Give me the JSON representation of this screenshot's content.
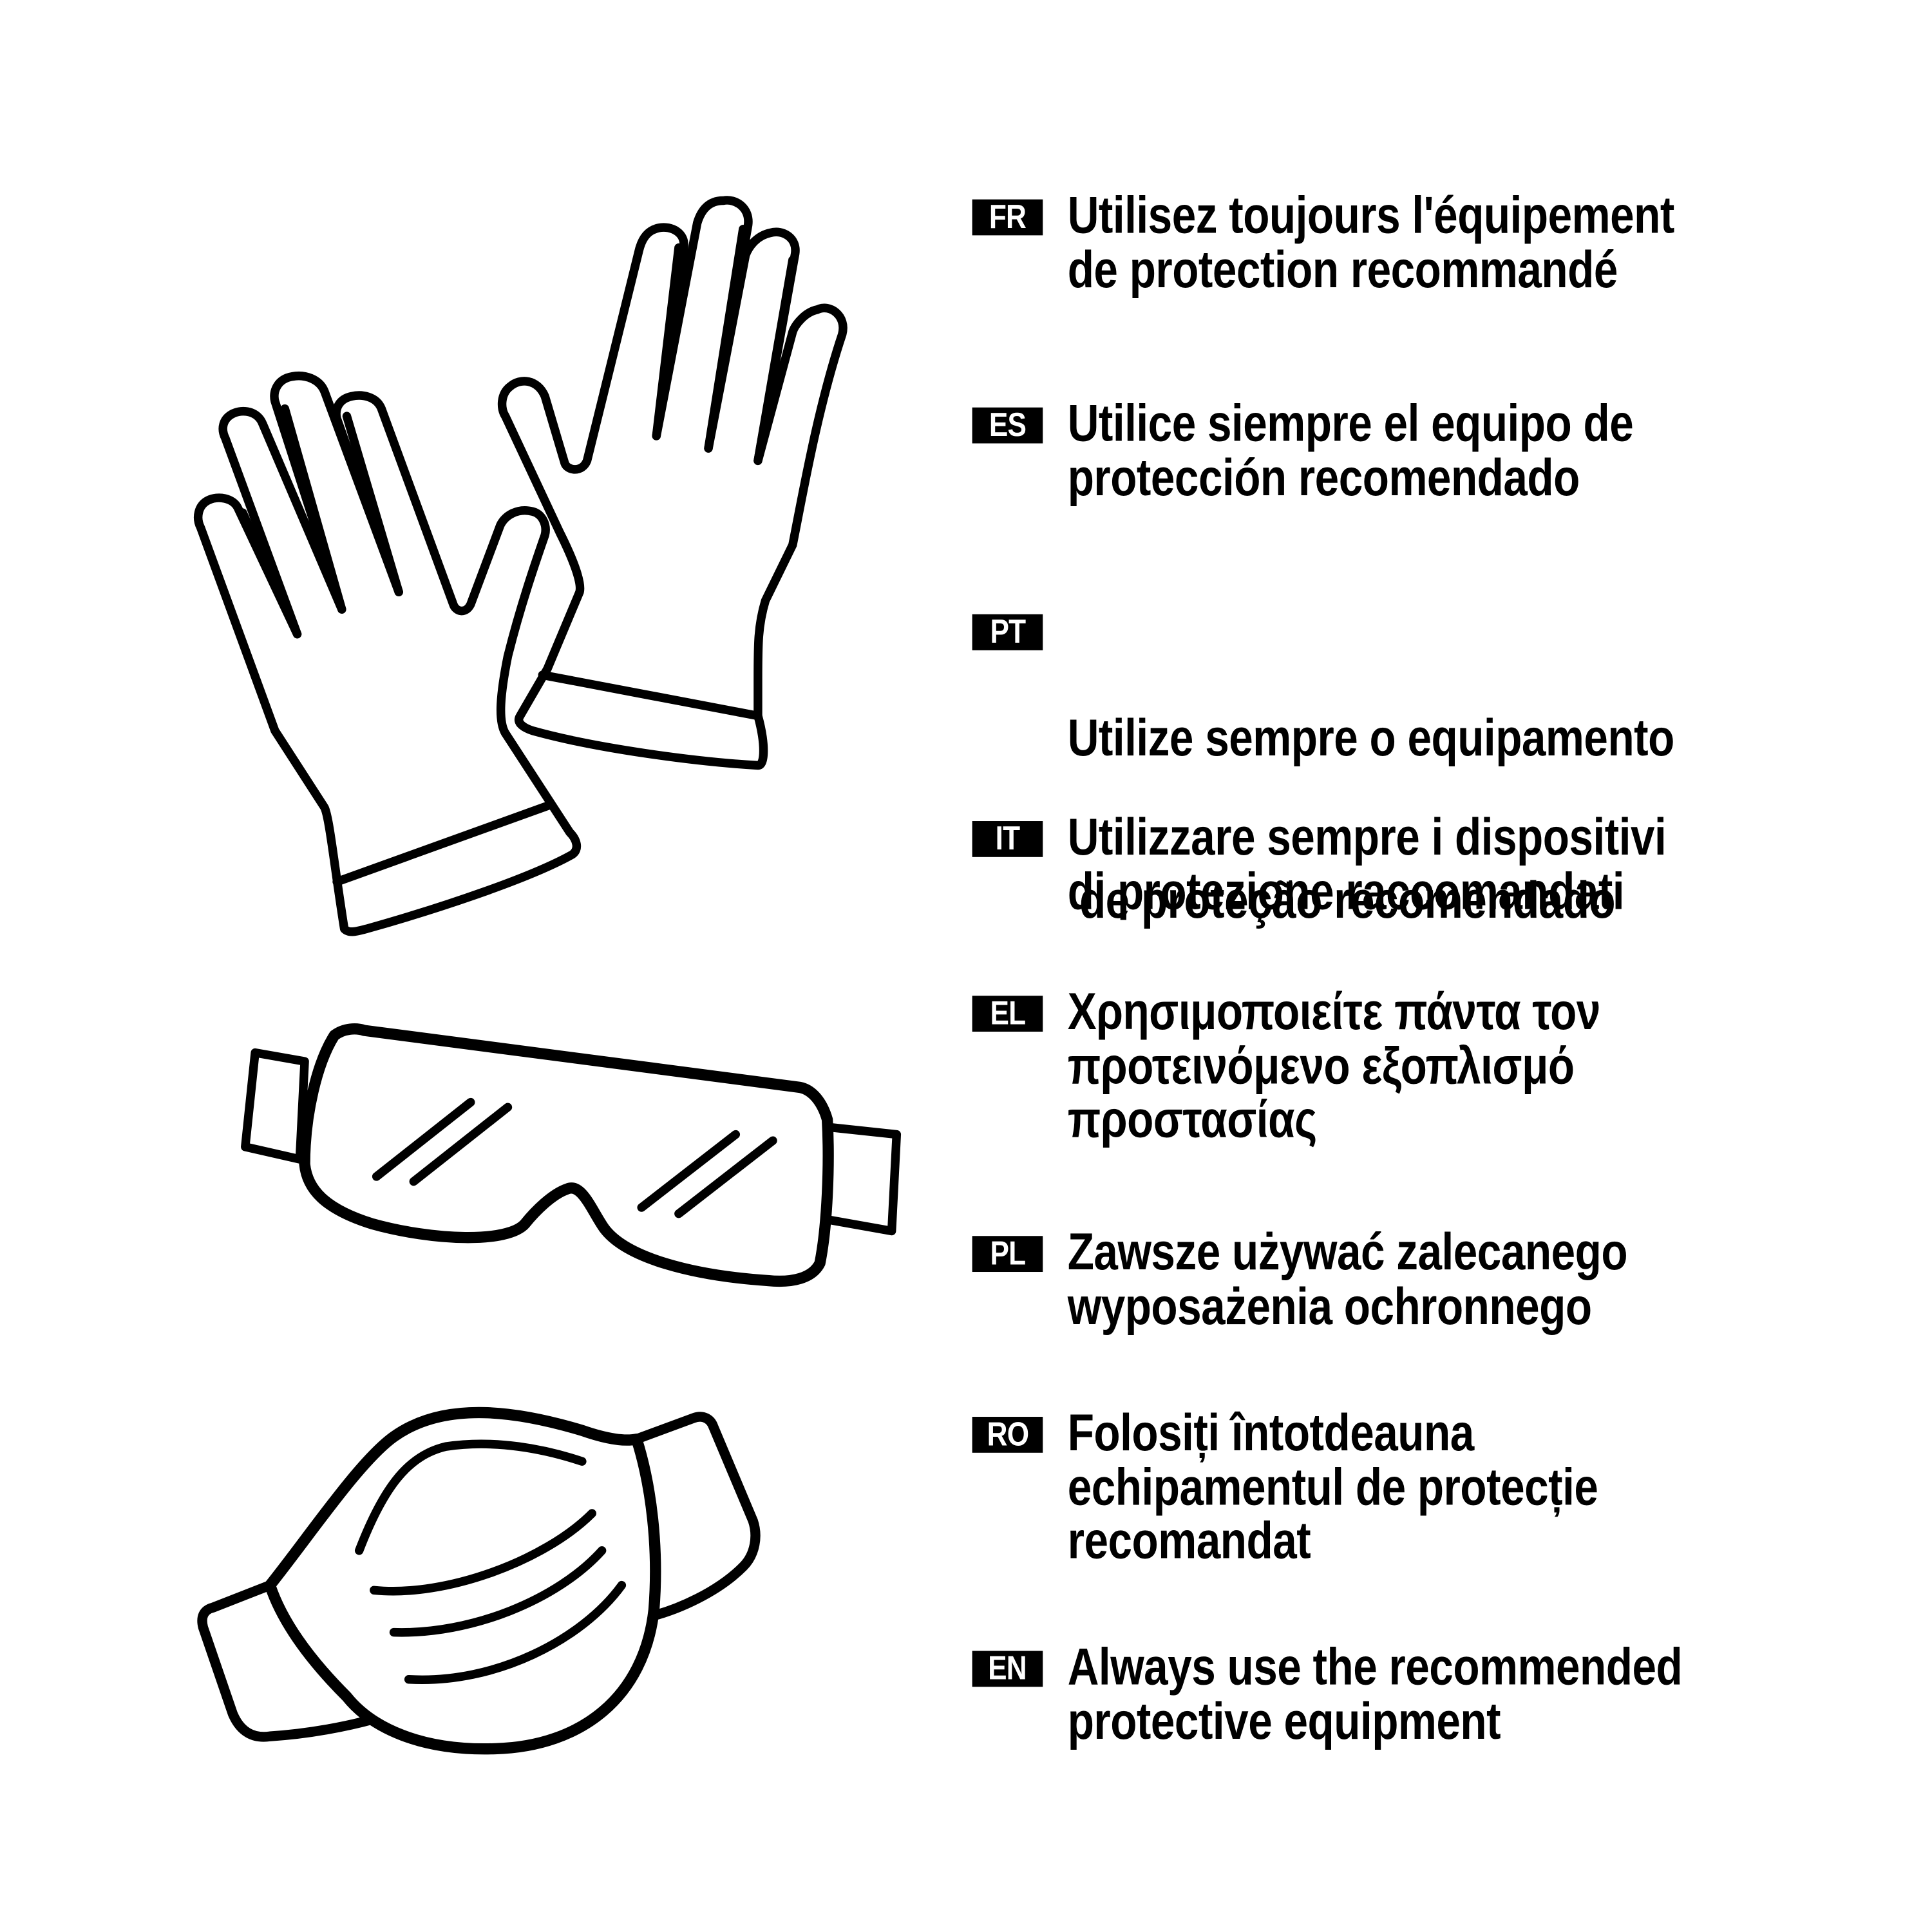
{
  "pictograms": [
    {
      "name": "gloves",
      "label": "protective gloves"
    },
    {
      "name": "goggles",
      "label": "safety goggles"
    },
    {
      "name": "mask",
      "label": "face mask"
    }
  ],
  "colors": {
    "ink": "#000000",
    "background": "#ffffff",
    "badge_text": "#ffffff"
  },
  "messages": [
    {
      "code": "FR",
      "lines": [
        "Utilisez toujours l'équipement",
        "de protection recommandé"
      ]
    },
    {
      "code": "ES",
      "lines": [
        "Utilice siempre el equipo de",
        "protección recomendado"
      ]
    },
    {
      "code": "PT",
      "lines": [
        "Utilize sempre o equipamento",
        " de proteção recomendado"
      ]
    },
    {
      "code": "IT",
      "lines": [
        "Utilizzare sempre i dispositivi",
        "di protezione raccomandati"
      ]
    },
    {
      "code": "EL",
      "lines": [
        "Χρησιμοποιείτε πάντα τον",
        "προτεινόμενο εξοπλισμό",
        "προστασίας"
      ]
    },
    {
      "code": "PL",
      "lines": [
        "Zawsze używać zalecanego",
        "wyposażenia ochronnego"
      ]
    },
    {
      "code": "RO",
      "lines": [
        "Folosiți întotdeauna",
        "echipamentul de protecție",
        "recomandat"
      ]
    },
    {
      "code": "EN",
      "lines": [
        "Always use the recommended",
        "protective equipment"
      ]
    }
  ]
}
